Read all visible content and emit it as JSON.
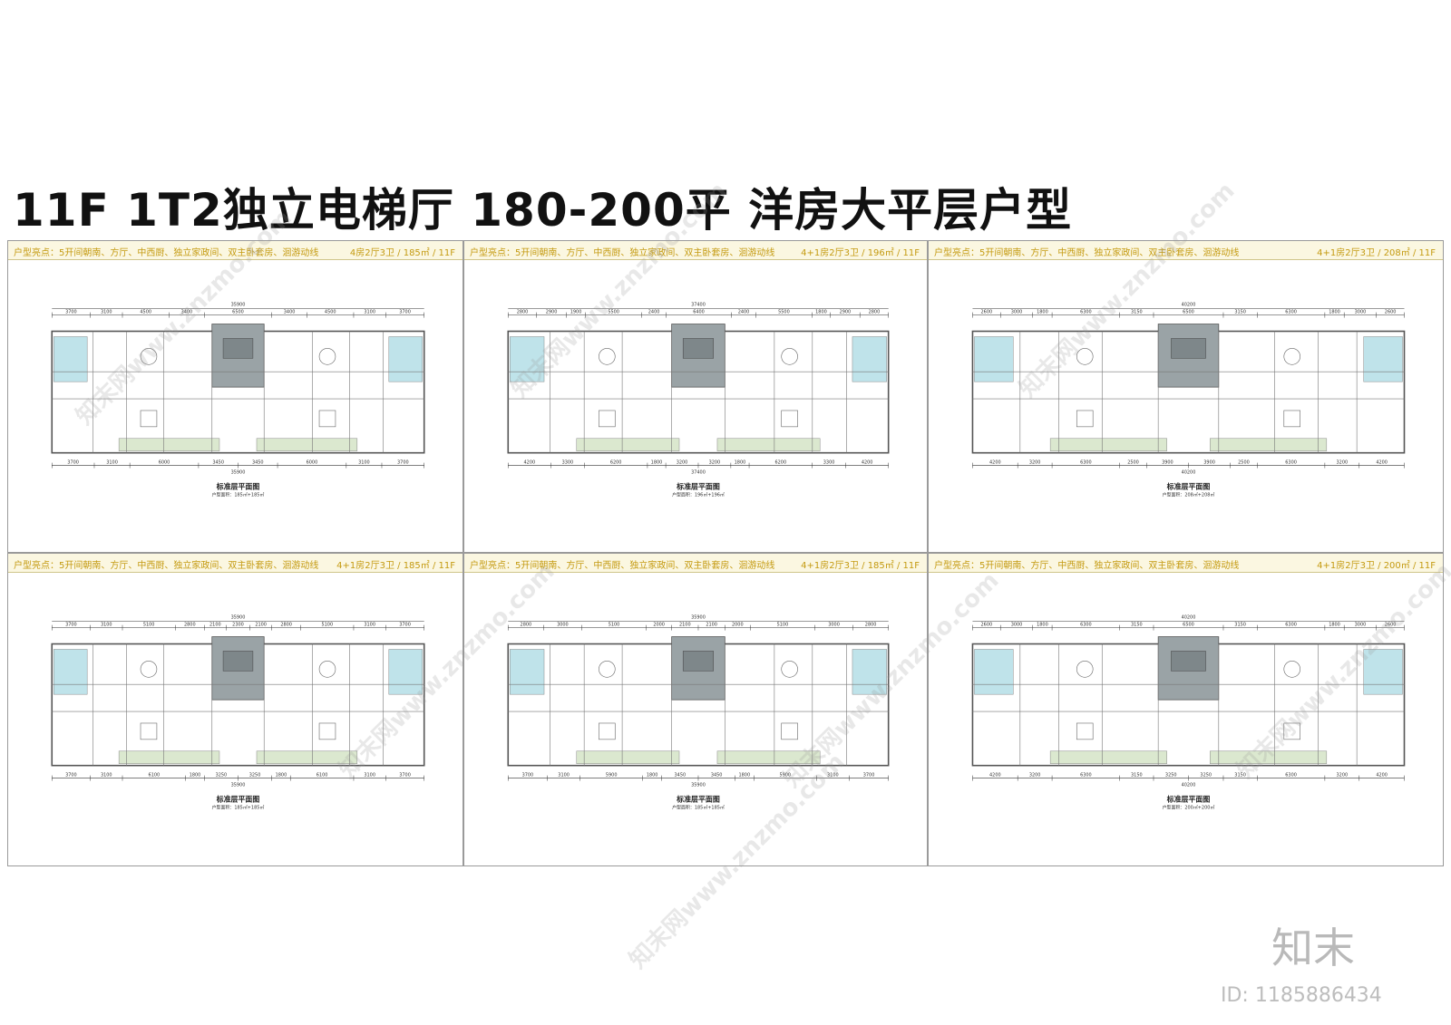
{
  "title": "11F 1T2独立电梯厅 180-200平 洋房大平层户型",
  "colors": {
    "header_bg": "#fbf7e1",
    "header_text": "#c49a10",
    "wall": "#555555",
    "core": "#9aa3a6",
    "balcony_green": "#dbe8cf",
    "bath_teal": "#bfe3ea"
  },
  "panels": [
    {
      "highlight": "户型亮点：5开间朝南、方厅、中西厨、独立家政间、双主卧套房、洄游动线",
      "spec": "4房2厅3卫 / 185㎡ / 11F",
      "plan_title": "标准层平面图",
      "area_label": "户型面积：185㎡+185㎡",
      "total_width": "35900",
      "top_dims": [
        "3700",
        "3100",
        "4500",
        "3400",
        "6500",
        "3400",
        "4500",
        "3100",
        "3700"
      ],
      "bottom_dims": [
        "3700",
        "3100",
        "6000",
        "3450",
        "3450",
        "6000",
        "3100",
        "3700"
      ]
    },
    {
      "highlight": "户型亮点：5开间朝南、方厅、中西厨、独立家政间、双主卧套房、洄游动线",
      "spec": "4+1房2厅3卫 / 196㎡ / 11F",
      "plan_title": "标准层平面图",
      "area_label": "户型面积：196㎡+196㎡",
      "total_width": "37400",
      "top_dims": [
        "2800",
        "2900",
        "1900",
        "5500",
        "2400",
        "6400",
        "2400",
        "5500",
        "1800",
        "2900",
        "2800"
      ],
      "bottom_dims": [
        "4200",
        "3300",
        "6200",
        "1800",
        "3200",
        "3200",
        "1800",
        "6200",
        "3300",
        "4200"
      ]
    },
    {
      "highlight": "户型亮点：5开间朝南、方厅、中西厨、独立家政间、双主卧套房、洄游动线",
      "spec": "4+1房2厅3卫 / 208㎡ / 11F",
      "plan_title": "标准层平面图",
      "area_label": "户型面积：208㎡+208㎡",
      "total_width": "40200",
      "top_dims": [
        "2600",
        "3000",
        "1800",
        "6300",
        "3150",
        "6500",
        "3150",
        "6300",
        "1800",
        "3000",
        "2600"
      ],
      "bottom_dims": [
        "4200",
        "3200",
        "6300",
        "2500",
        "3900",
        "3900",
        "2500",
        "6300",
        "3200",
        "4200"
      ]
    },
    {
      "highlight": "户型亮点：5开间朝南、方厅、中西厨、独立家政间、双主卧套房、洄游动线",
      "spec": "4+1房2厅3卫 / 185㎡ / 11F",
      "plan_title": "标准层平面图",
      "area_label": "户型面积：185㎡+185㎡",
      "total_width": "35900",
      "top_dims": [
        "3700",
        "3100",
        "5100",
        "2800",
        "2100",
        "2300",
        "2100",
        "2800",
        "5100",
        "3100",
        "3700"
      ],
      "bottom_dims": [
        "3700",
        "3100",
        "6100",
        "1800",
        "3250",
        "3250",
        "1800",
        "6100",
        "3100",
        "3700"
      ]
    },
    {
      "highlight": "户型亮点：5开间朝南、方厅、中西厨、独立家政间、双主卧套房、洄游动线",
      "spec": "4+1房2厅3卫 / 185㎡ / 11F",
      "plan_title": "标准层平面图",
      "area_label": "户型面积：185㎡+185㎡",
      "total_width": "35900",
      "top_dims": [
        "2800",
        "3000",
        "5100",
        "2000",
        "2100",
        "2100",
        "2000",
        "5100",
        "3000",
        "2800"
      ],
      "bottom_dims": [
        "3700",
        "3100",
        "5900",
        "1800",
        "3450",
        "3450",
        "1800",
        "5900",
        "3100",
        "3700"
      ]
    },
    {
      "highlight": "户型亮点：5开间朝南、方厅、中西厨、独立家政间、双主卧套房、洄游动线",
      "spec": "4+1房2厅3卫 / 200㎡ / 11F",
      "plan_title": "标准层平面图",
      "area_label": "户型面积：200㎡+200㎡",
      "total_width": "40200",
      "top_dims": [
        "2600",
        "3000",
        "1800",
        "6300",
        "3150",
        "6500",
        "3150",
        "6300",
        "1800",
        "3000",
        "2600"
      ],
      "bottom_dims": [
        "4200",
        "3200",
        "6300",
        "3150",
        "3250",
        "3250",
        "3150",
        "6300",
        "3200",
        "4200"
      ]
    }
  ],
  "watermark_text": "知末网www.znzmo.com",
  "logo_text": "知末",
  "id_text": "ID: 1185886434"
}
